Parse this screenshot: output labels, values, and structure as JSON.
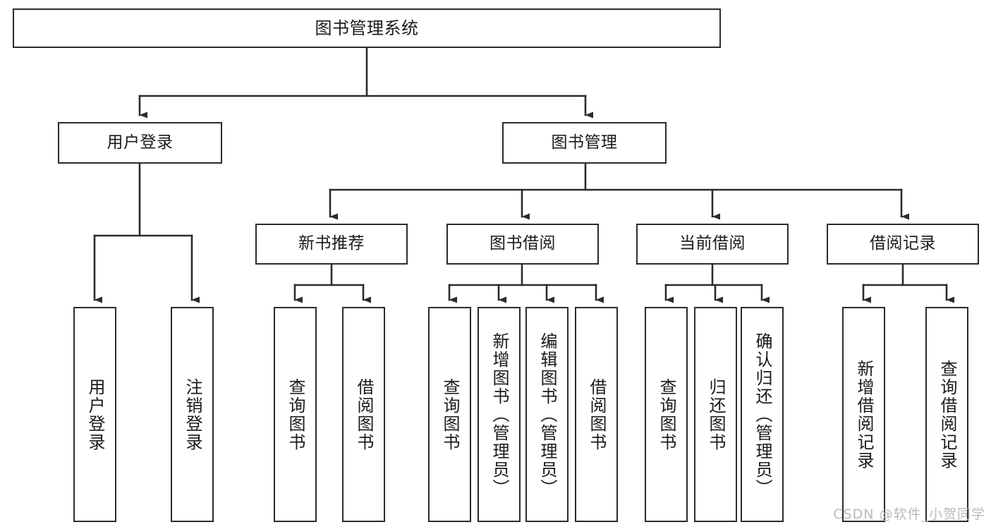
{
  "diagram": {
    "type": "tree",
    "title": "图书管理系统",
    "orientation": "top-down",
    "colors": {
      "box_border": "#2b2b2b",
      "box_fill": "#ffffff",
      "connector": "#2b2b2b",
      "text": "#1a1a1a",
      "watermark": "#b9b9b9",
      "background": "#ffffff"
    },
    "root": {
      "label": "图书管理系统"
    },
    "level2": [
      {
        "label": "用户登录"
      },
      {
        "label": "图书管理"
      }
    ],
    "level3": [
      {
        "label": "新书推荐"
      },
      {
        "label": "图书借阅"
      },
      {
        "label": "当前借阅"
      },
      {
        "label": "借阅记录"
      }
    ],
    "leaves": [
      {
        "label": "用户登录",
        "parent": "用户登录"
      },
      {
        "label": "注销登录",
        "parent": "用户登录"
      },
      {
        "label": "查询图书",
        "parent": "新书推荐"
      },
      {
        "label": "借阅图书",
        "parent": "新书推荐"
      },
      {
        "label": "查询图书",
        "parent": "图书借阅"
      },
      {
        "label": "新增图书（管理员）",
        "parent": "图书借阅"
      },
      {
        "label": "编辑图书（管理员）",
        "parent": "图书借阅"
      },
      {
        "label": "借阅图书",
        "parent": "图书借阅"
      },
      {
        "label": "查询图书",
        "parent": "当前借阅"
      },
      {
        "label": "归还图书",
        "parent": "当前借阅"
      },
      {
        "label": "确认归还（管理员）",
        "parent": "当前借阅"
      },
      {
        "label": "新增借阅记录",
        "parent": "借阅记录"
      },
      {
        "label": "查询借阅记录",
        "parent": "借阅记录"
      }
    ]
  },
  "watermark": {
    "text": "CSDN @软件_小贺同学"
  }
}
